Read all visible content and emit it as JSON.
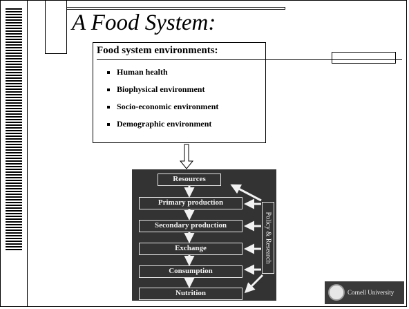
{
  "slide": {
    "title": "A Food System:",
    "environments_heading": "Food system environments:",
    "environments": [
      "Human health",
      "Biophysical environment",
      "Socio-economic environment",
      "Demographic environment"
    ]
  },
  "diagram": {
    "stages": [
      "Resources",
      "Primary production",
      "Secondary production",
      "Exchange",
      "Consumption",
      "Nutrition"
    ],
    "side_label": "Policy & Research"
  },
  "logo": {
    "text": "Cornell University"
  },
  "colors": {
    "diagram_bg": "#333333",
    "diagram_text": "#f2f2f2",
    "text": "#000000"
  }
}
